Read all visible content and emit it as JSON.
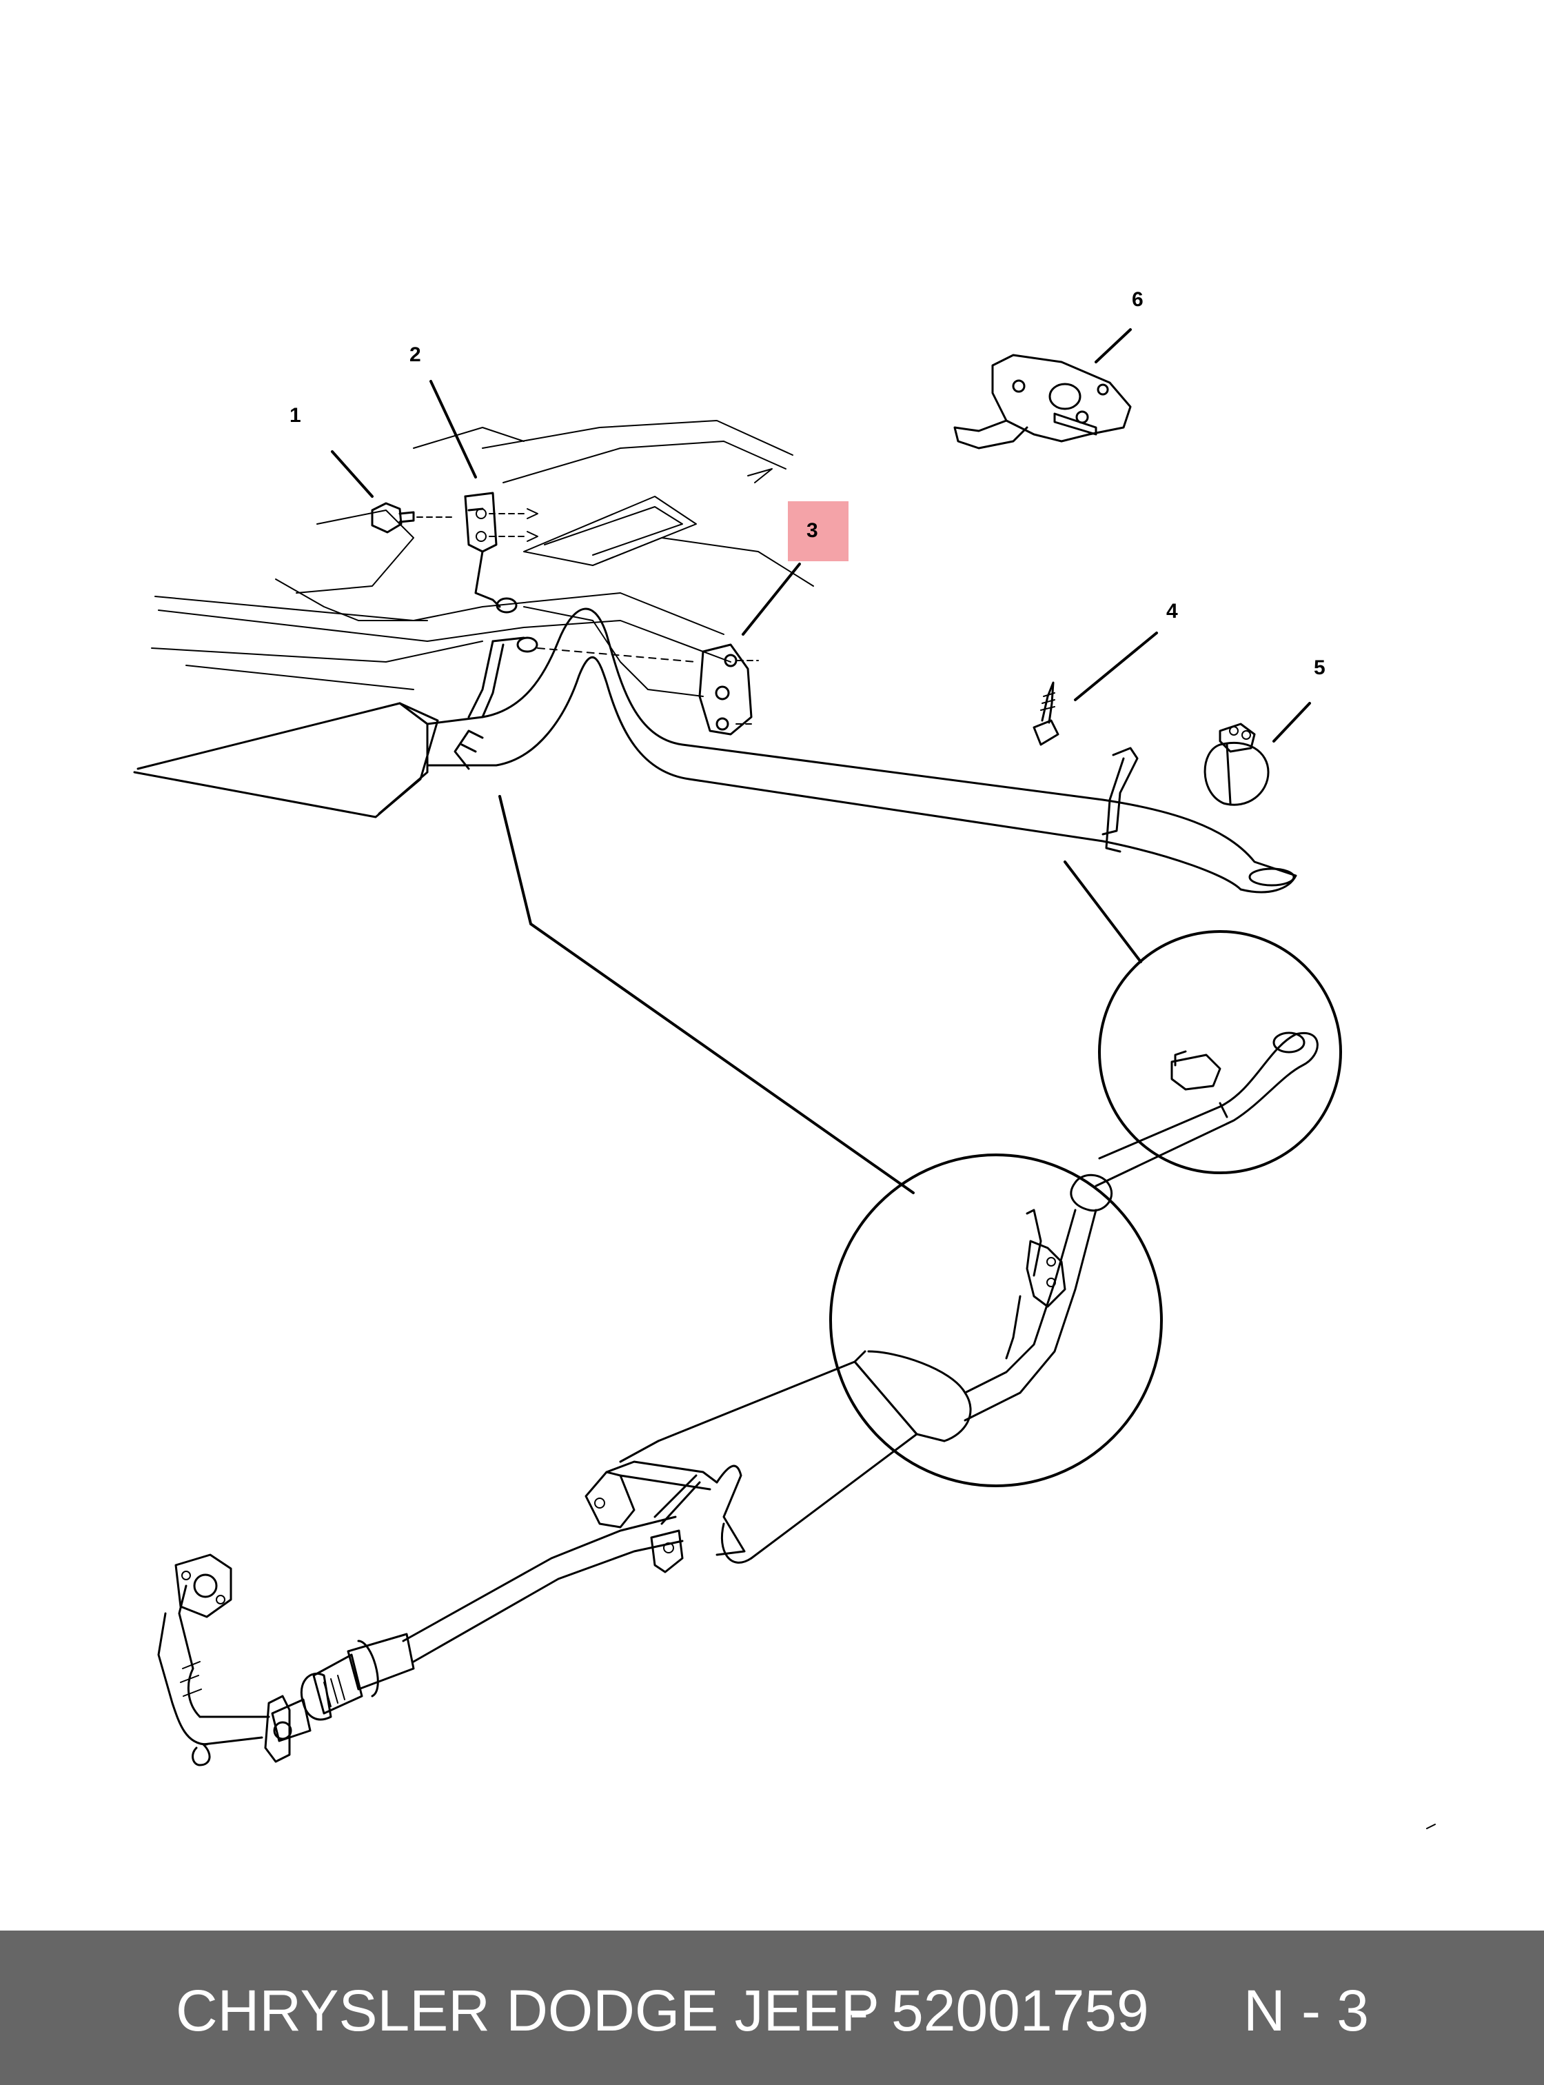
{
  "diagram": {
    "callouts": [
      "1",
      "2",
      "3",
      "4",
      "5",
      "6"
    ],
    "highlight_color": "#f4a3a8",
    "highlighted_callout": "3"
  },
  "footer": {
    "brand": "CHRYSLER DODGE JEEP",
    "separator": "-",
    "part_number": "52001759",
    "ref_label": "N - 3",
    "background_color": "#666666",
    "text_color": "#ffffff"
  }
}
